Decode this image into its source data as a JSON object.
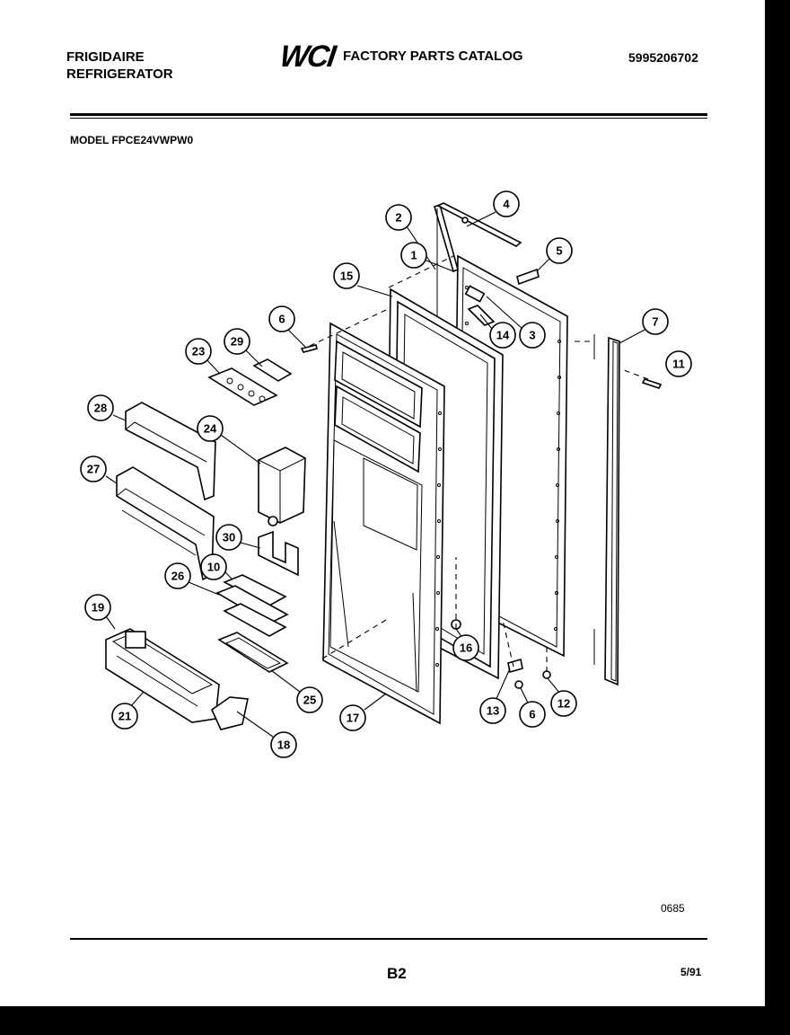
{
  "header": {
    "brand": "FRIGIDAIRE",
    "product": "REFRIGERATOR",
    "logo": "WCI",
    "catalog_title": "FACTORY PARTS CATALOG",
    "catalog_number": "5995206702"
  },
  "model": "MODEL FPCE24VWPW0",
  "diagram": {
    "callouts": [
      "1",
      "2",
      "3",
      "4",
      "5",
      "6",
      "7",
      "10",
      "11",
      "12",
      "13",
      "14",
      "15",
      "16",
      "17",
      "18",
      "19",
      "21",
      "23",
      "24",
      "25",
      "26",
      "27",
      "28",
      "29",
      "30"
    ]
  },
  "footer": {
    "code": "0685",
    "page": "B2",
    "date": "5/91"
  },
  "colors": {
    "ink": "#000000",
    "paper": "#ffffff",
    "border": "#000000"
  }
}
